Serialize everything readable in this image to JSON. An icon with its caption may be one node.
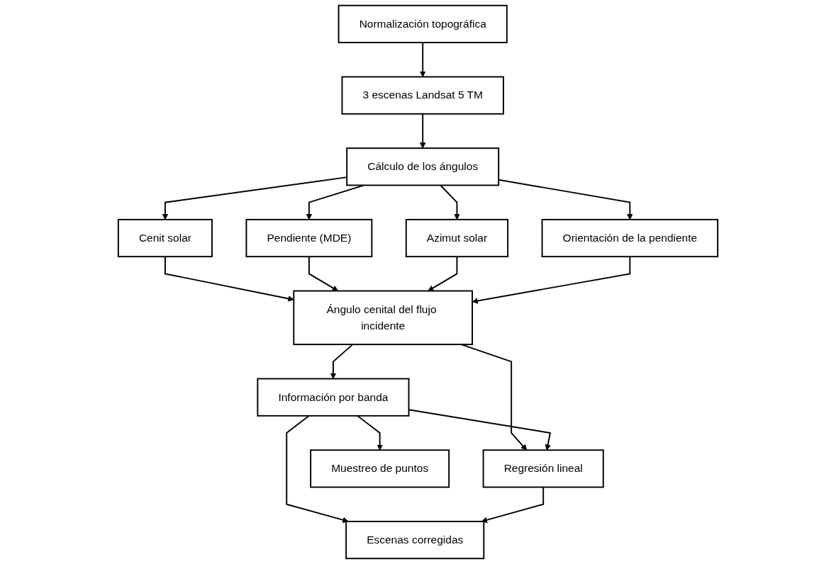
{
  "diagram": {
    "nodes": [
      {
        "text": [
          "Normalización topográfica"
        ]
      },
      {
        "text": [
          "3 escenas Landsat 5 TM"
        ]
      },
      {
        "text": [
          "Cálculo de los ángulos"
        ]
      },
      {
        "text": [
          "Cenit solar"
        ]
      },
      {
        "text": [
          "Pendiente (MDE)"
        ]
      },
      {
        "text": [
          "Azimut solar"
        ]
      },
      {
        "text": [
          "Orientación de la pendiente"
        ]
      },
      {
        "text": [
          "Ángulo cenital del flujo incidente"
        ]
      },
      {
        "text": [
          "Regresión lineal"
        ]
      },
      {
        "text": [
          "Información por banda"
        ]
      },
      {
        "text": [
          "Muestreo de puntos"
        ]
      },
      {
        "text": [
          "Escenas corregidas"
        ]
      }
    ],
    "edges": [
      {
        "from": 0,
        "to": 1,
        "arrow": "to"
      },
      {
        "from": 1,
        "to": 2,
        "arrow": "to"
      },
      {
        "from": 2,
        "to": 3,
        "arrow": "to"
      },
      {
        "from": 2,
        "to": 4,
        "arrow": "to"
      },
      {
        "from": 2,
        "to": 5,
        "arrow": "to"
      },
      {
        "from": 2,
        "to": 6,
        "arrow": "to"
      },
      {
        "from": 3,
        "to": 7,
        "arrow": "to"
      },
      {
        "from": 4,
        "to": 7,
        "arrow": "to"
      },
      {
        "from": 5,
        "to": 7,
        "arrow": "to"
      },
      {
        "from": 6,
        "to": 7,
        "arrow": "to"
      },
      {
        "from": 7,
        "to": 9,
        "arrow": "to"
      },
      {
        "from": 7,
        "to": 8,
        "arrow": "to"
      },
      {
        "from": 9,
        "to": 8,
        "arrow": "to"
      },
      {
        "from": 9,
        "to": 10,
        "arrow": "to"
      },
      {
        "from": 9,
        "to": 11,
        "arrow": "to"
      },
      {
        "from": 8,
        "to": 11,
        "arrow": "to"
      }
    ]
  }
}
